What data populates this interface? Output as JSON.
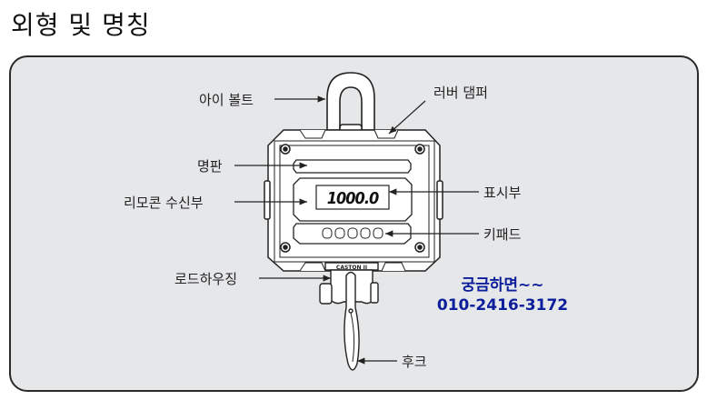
{
  "title": "외형 및 명칭",
  "labels": {
    "eye_bolt": "아이 볼트",
    "rubber_damper": "러버 댐퍼",
    "nameplate": "명판",
    "remote_receiver": "리모콘 수신부",
    "display": "표시부",
    "keypad": "키패드",
    "load_housing": "로드하우징",
    "hook": "후크"
  },
  "display_reading": "1000.0",
  "housing_text": "CASTON II",
  "contact": {
    "line1": "궁금하면~~",
    "line2": "010-2416-3172",
    "color": "#0c1e9c"
  },
  "colors": {
    "panel_bg": "#e6e7e9",
    "panel_border": "#2a2a2a",
    "line": "#222222"
  }
}
